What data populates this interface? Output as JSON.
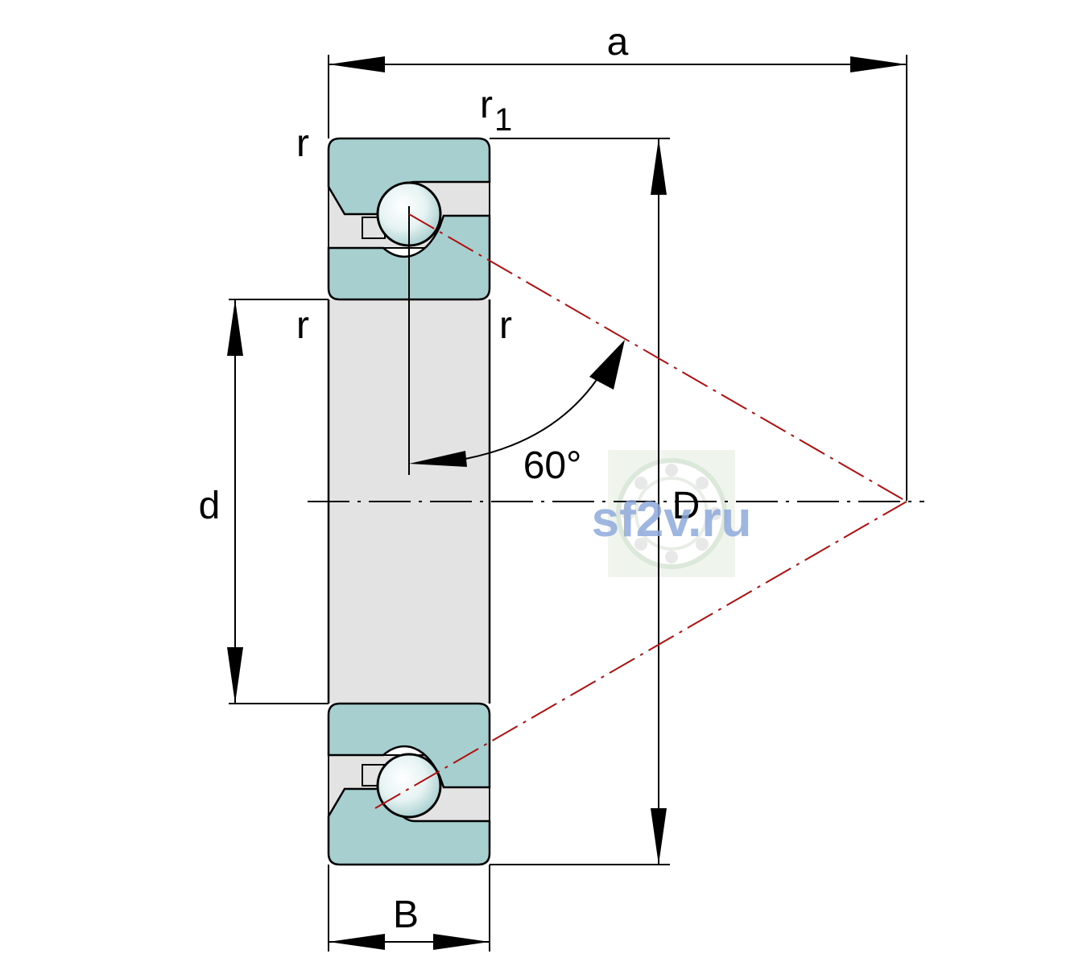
{
  "labels": {
    "a": "a",
    "r1_base": "r",
    "r1_sub": "1",
    "r_top_outer": "r",
    "r_left_bore": "r",
    "r_right_bore": "r",
    "d": "d",
    "D": "D",
    "B": "B",
    "angle": "60°"
  },
  "watermark": {
    "text": "sf2v.ru"
  },
  "colors": {
    "ring_fill": "#a8cfcf",
    "bore_fill": "#e3e3e3",
    "line": "#000000",
    "angle_line": "#b01010",
    "watermark_text": "#8ea9dc",
    "watermark_bg": "#eef5ec"
  }
}
